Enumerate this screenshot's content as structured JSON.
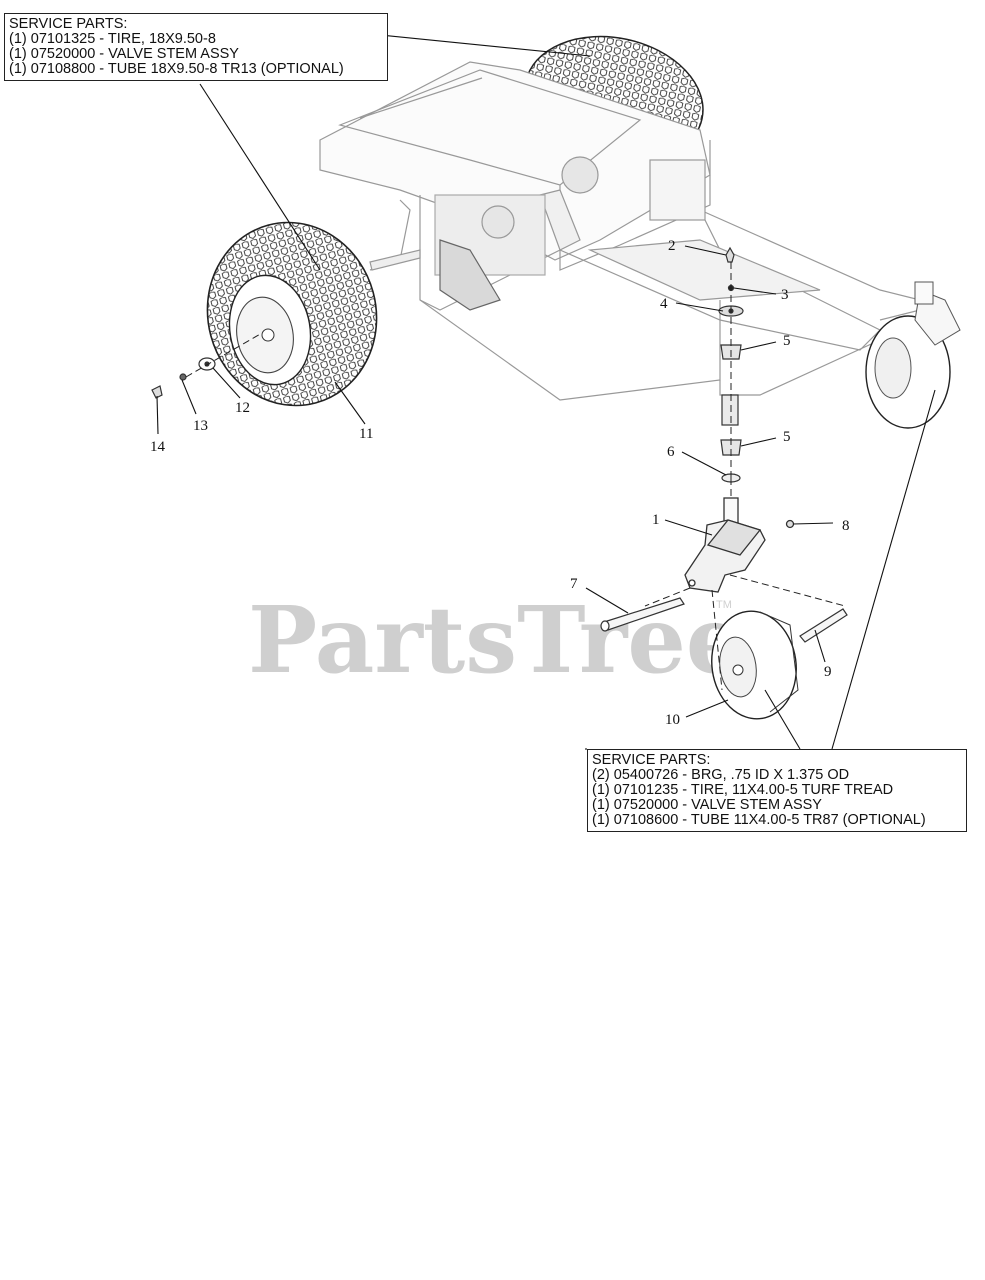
{
  "service_boxes": {
    "rear": {
      "heading": "SERVICE PARTS:",
      "lines": [
        "(1) 07101325 - TIRE, 18X9.50-8",
        "(1) 07520000 - VALVE STEM ASSY",
        "(1) 07108800 - TUBE 18X9.50-8 TR13 (OPTIONAL)"
      ]
    },
    "front": {
      "heading": "SERVICE PARTS:",
      "lines": [
        "(2) 05400726 - BRG, .75 ID X 1.375 OD",
        "(1) 07101235 - TIRE, 11X4.00-5 TURF TREAD",
        "(1) 07520000 - VALVE STEM ASSY",
        "(1) 07108600 - TUBE 11X4.00-5 TR87 (OPTIONAL)"
      ]
    }
  },
  "callouts": {
    "n1": "1",
    "n2": "2",
    "n3": "3",
    "n4": "4",
    "n5a": "5",
    "n5b": "5",
    "n6": "6",
    "n7": "7",
    "n8": "8",
    "n9": "9",
    "n10": "10",
    "n11": "11",
    "n12": "12",
    "n13": "13",
    "n14": "14"
  },
  "watermark": {
    "text": "PartsTree",
    "tm": "TM"
  }
}
